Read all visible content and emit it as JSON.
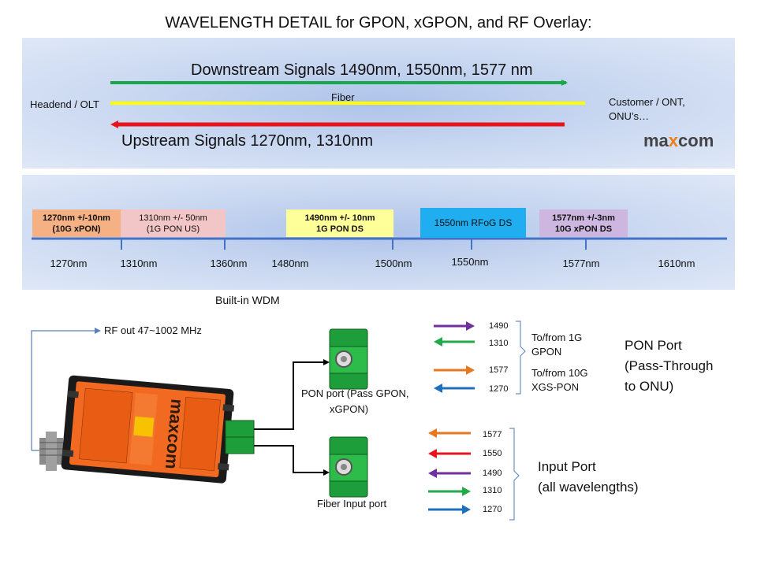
{
  "title": "WAVELENGTH DETAIL for GPON, xGPON, and RF Overlay:",
  "top": {
    "downstream": "Downstream Signals 1490nm, 1550nm, 1577 nm",
    "upstream": "Upstream Signals 1270nm, 1310nm",
    "fiber": "Fiber",
    "headend": "Headend / OLT",
    "customer_line1": "Customer / ONT,",
    "customer_line2": "ONU’s…",
    "logo_text": "maxcom",
    "colors": {
      "downstream": "#1aa64a",
      "fiber": "#ffff00",
      "upstream": "#e8141c"
    }
  },
  "spectrum": {
    "bands": [
      {
        "line1": "1270nm +/-10nm",
        "line2": "(10G xPON)",
        "color": "#f5b183"
      },
      {
        "line1": "1310nm +/- 50nm",
        "line2": "(1G PON US)",
        "color": "#f2c6c6"
      },
      {
        "line1": "1490nm +/- 10nm",
        "line2": "1G PON DS",
        "color": "#ffff99"
      },
      {
        "line1": "1550nm RFoG DS",
        "line2": "",
        "color": "#21aef0"
      },
      {
        "line1": "1577nm +/-3nm",
        "line2": "10G xPON DS",
        "color": "#cdb7e0"
      }
    ],
    "ticks": [
      "1270nm",
      "1310nm",
      "1360nm",
      "1480nm",
      "1500nm",
      "1550nm",
      "1577nm",
      "1610nm"
    ]
  },
  "wdm": {
    "title": "Built-in WDM",
    "rf_out": "RF out 47~1002 MHz",
    "device_brand": "maxcom",
    "pon_port_line1": "PON port (Pass GPON,",
    "pon_port_line2": "xGPON)",
    "fiber_input": "Fiber Input port"
  },
  "pon_port": {
    "heading_line1": "PON Port",
    "heading_line2": "(Pass-Through",
    "heading_line3": "to ONU)",
    "groups": [
      {
        "line1": "To/from 1G",
        "line2": "GPON"
      },
      {
        "line1": "To/from 10G",
        "line2": "XGS-PON"
      }
    ],
    "arrows": [
      {
        "wavelength": "1490",
        "direction": "right",
        "color": "#7030a0"
      },
      {
        "wavelength": "1310",
        "direction": "left",
        "color": "#22aa4a"
      },
      {
        "wavelength": "1577",
        "direction": "right",
        "color": "#e87722"
      },
      {
        "wavelength": "1270",
        "direction": "left",
        "color": "#1f6fbf"
      }
    ]
  },
  "input_port": {
    "heading_line1": "Input Port",
    "heading_line2": "(all wavelengths)",
    "arrows": [
      {
        "wavelength": "1577",
        "direction": "left",
        "color": "#e87722"
      },
      {
        "wavelength": "1550",
        "direction": "left",
        "color": "#e8141c"
      },
      {
        "wavelength": "1490",
        "direction": "left",
        "color": "#7030a0"
      },
      {
        "wavelength": "1310",
        "direction": "right",
        "color": "#22aa4a"
      },
      {
        "wavelength": "1270",
        "direction": "right",
        "color": "#1f6fbf"
      }
    ]
  }
}
